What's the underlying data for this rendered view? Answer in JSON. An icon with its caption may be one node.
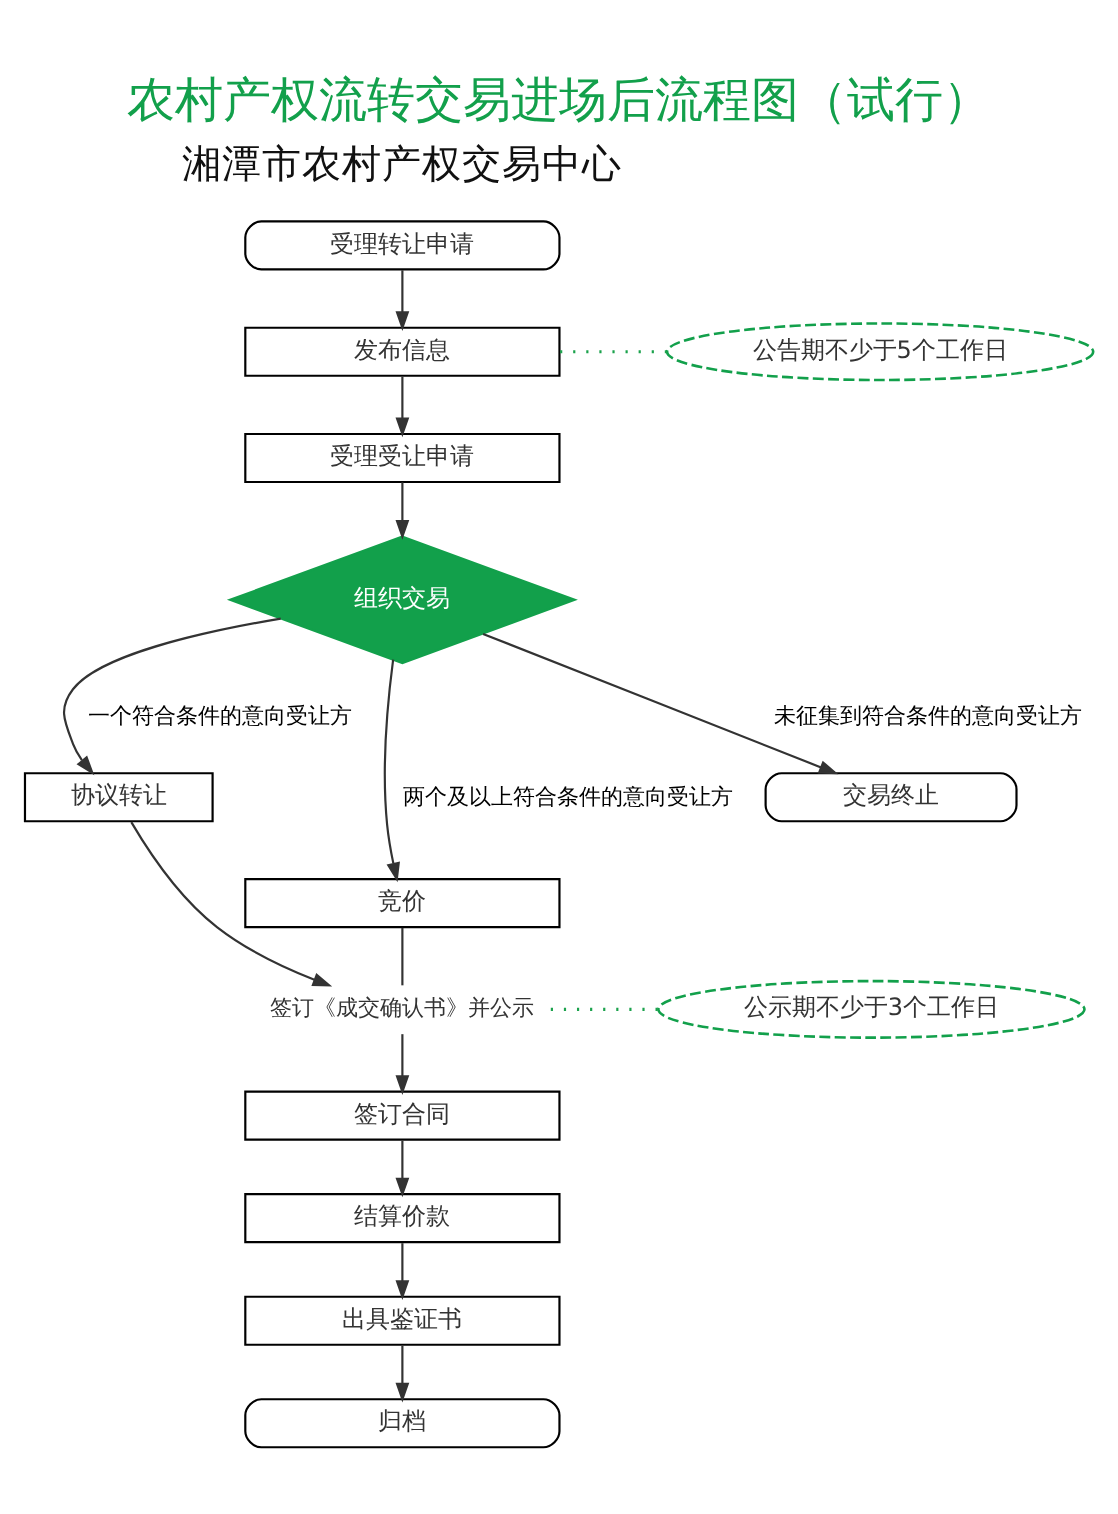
{
  "diagram": {
    "title": "农村产权流转交易进场后流程图（试行）",
    "nodes": [
      {
        "text": [
          "受理转让申请"
        ]
      },
      {
        "text": [
          "发布信息"
        ]
      },
      {
        "text": [
          "公告期不少于5个工作日"
        ]
      },
      {
        "text": [
          "受理受让申请"
        ]
      },
      {
        "text": [
          "组织交易"
        ]
      },
      {
        "text": [
          "协议转让"
        ]
      },
      {
        "text": [
          "交易终止"
        ]
      },
      {
        "text": [
          "竞价"
        ]
      },
      {
        "text": [
          "签订《成交确认书》并公示"
        ]
      },
      {
        "text": [
          "公示期不少于3个工作日"
        ]
      },
      {
        "text": [
          "签订合同"
        ]
      },
      {
        "text": [
          "结算价款"
        ]
      },
      {
        "text": [
          "出具鉴证书"
        ]
      },
      {
        "text": [
          "归档"
        ]
      }
    ],
    "edges": [
      {
        "from": 0,
        "to": 1,
        "arrow": "to"
      },
      {
        "from": 1,
        "to": 2,
        "arrow": "none",
        "style": "dashed",
        "color": "#1ba24c"
      },
      {
        "from": 1,
        "to": 3,
        "arrow": "to"
      },
      {
        "from": 3,
        "to": 4,
        "arrow": "to"
      },
      {
        "from": 4,
        "to": 5,
        "arrow": "to",
        "label": "一个符合条件的意向受让方"
      },
      {
        "from": 4,
        "to": 7,
        "arrow": "to",
        "label": "两个及以上符合条件的意向受让方"
      },
      {
        "from": 4,
        "to": 6,
        "arrow": "to",
        "label": "未征集到符合条件的意向受让方"
      },
      {
        "from": 7,
        "to": 8,
        "arrow": "none"
      },
      {
        "from": 5,
        "to": 8,
        "arrow": "to"
      },
      {
        "from": 8,
        "to": 9,
        "arrow": "none",
        "style": "dashed",
        "color": "#1ba24c"
      },
      {
        "from": 8,
        "to": 10,
        "arrow": "to"
      },
      {
        "from": 10,
        "to": 11,
        "arrow": "to"
      },
      {
        "from": 11,
        "to": 12,
        "arrow": "to"
      },
      {
        "from": 12,
        "to": 13,
        "arrow": "to"
      }
    ],
    "labels": [
      "湘潭市农村产权交易中心"
    ]
  }
}
